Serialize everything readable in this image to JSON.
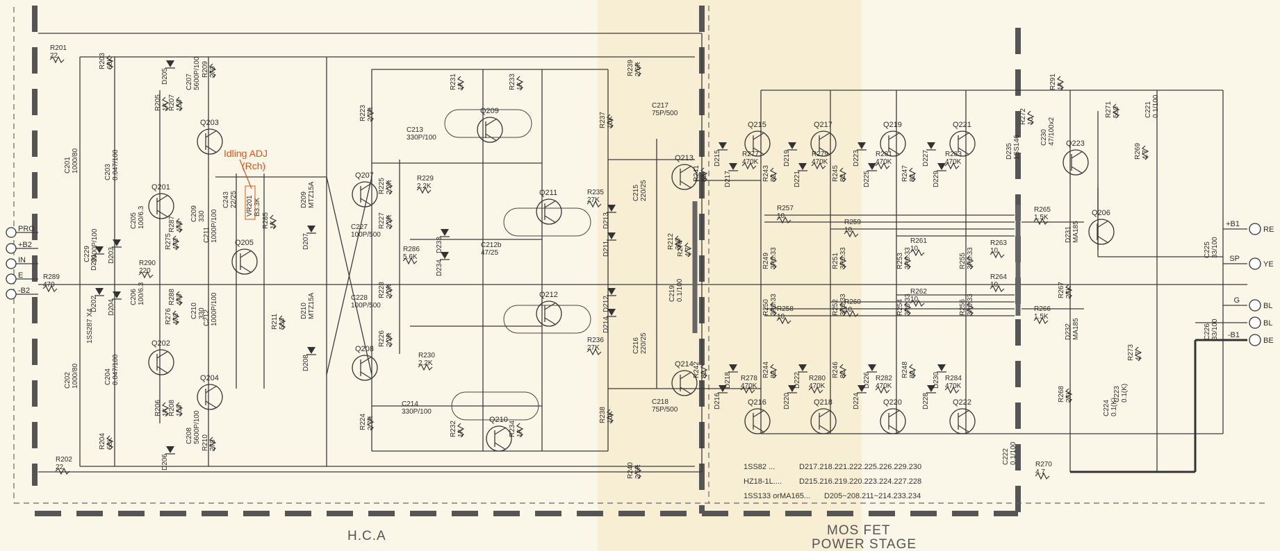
{
  "stages": {
    "hca": "H.C.A",
    "mosfet_line1": "MOS FET",
    "mosfet_line2": "POWER STAGE"
  },
  "adjust_note": {
    "line1": "Idling ADJ",
    "line2": "(Rch)"
  },
  "left_terminals": [
    "PRO",
    "+B2",
    "IN",
    "E",
    "-B2"
  ],
  "right_terminals": [
    {
      "net": "+B1",
      "wire": "RE"
    },
    {
      "net": "SP",
      "wire": "YE"
    },
    {
      "net": "G",
      "wire": "BL"
    },
    {
      "net": "",
      "wire": "BL"
    },
    {
      "net": "-B1",
      "wire": "BE"
    }
  ],
  "transistors": [
    {
      "ref": "Q201"
    },
    {
      "ref": "Q202"
    },
    {
      "ref": "Q203"
    },
    {
      "ref": "Q204"
    },
    {
      "ref": "Q205"
    },
    {
      "ref": "Q207"
    },
    {
      "ref": "Q208"
    },
    {
      "ref": "Q209"
    },
    {
      "ref": "Q210"
    },
    {
      "ref": "Q211"
    },
    {
      "ref": "Q212"
    },
    {
      "ref": "Q213"
    },
    {
      "ref": "Q214"
    },
    {
      "ref": "Q215"
    },
    {
      "ref": "Q216"
    },
    {
      "ref": "Q217"
    },
    {
      "ref": "Q218"
    },
    {
      "ref": "Q219"
    },
    {
      "ref": "Q220"
    },
    {
      "ref": "Q221"
    },
    {
      "ref": "Q222"
    },
    {
      "ref": "Q223"
    },
    {
      "ref": "Q206"
    }
  ],
  "components": [
    {
      "ref": "R201",
      "value": "22"
    },
    {
      "ref": "R202",
      "value": "22"
    },
    {
      "ref": "R203",
      "value": "68K"
    },
    {
      "ref": "R204",
      "value": "68K"
    },
    {
      "ref": "C201",
      "value": "1000/80"
    },
    {
      "ref": "C202",
      "value": "1000/80"
    },
    {
      "ref": "C203",
      "value": "0.047/100"
    },
    {
      "ref": "C204",
      "value": "0.047/100"
    },
    {
      "ref": "C229",
      "value": "3900P/100"
    },
    {
      "ref": "R289",
      "value": "470"
    },
    {
      "ref": "R290",
      "value": "220"
    },
    {
      "ref": "R205",
      "value": "1K"
    },
    {
      "ref": "R206",
      "value": "1K"
    },
    {
      "ref": "R207",
      "value": "150"
    },
    {
      "ref": "R208",
      "value": "150"
    },
    {
      "ref": "C207",
      "value": "5600P/100"
    },
    {
      "ref": "C208",
      "value": "5600P/100"
    },
    {
      "ref": "R209",
      "value": "270"
    },
    {
      "ref": "R210",
      "value": "270"
    },
    {
      "ref": "C205",
      "value": "100/6.3"
    },
    {
      "ref": "C206",
      "value": "100/6.3"
    },
    {
      "ref": "R287",
      "value": "470"
    },
    {
      "ref": "R288",
      "value": "470"
    },
    {
      "ref": "R275",
      "value": "470"
    },
    {
      "ref": "R276",
      "value": "470"
    },
    {
      "ref": "C209",
      "value": "330"
    },
    {
      "ref": "C210",
      "value": "330"
    },
    {
      "ref": "C211",
      "value": "1000P/100"
    },
    {
      "ref": "C212",
      "value": "1000P/100"
    },
    {
      "ref": "C243",
      "value": "22/25"
    },
    {
      "ref": "VR201",
      "value": "B3.3K"
    },
    {
      "ref": "R285",
      "value": "1K"
    },
    {
      "ref": "R211",
      "value": "560"
    },
    {
      "ref": "D209",
      "value": "MTZ15A"
    },
    {
      "ref": "D210",
      "value": "MTZ15A"
    },
    {
      "ref": "C227",
      "value": "100P/500"
    },
    {
      "ref": "C228",
      "value": "100P/500"
    },
    {
      "ref": "R223",
      "value": "2.7K"
    },
    {
      "ref": "R224",
      "value": "2.7K"
    },
    {
      "ref": "R225",
      "value": "2.2K"
    },
    {
      "ref": "R226",
      "value": "2.2K"
    },
    {
      "ref": "R227",
      "value": "2.2K"
    },
    {
      "ref": "R228",
      "value": "2.2K"
    },
    {
      "ref": "C213",
      "value": "330P/100"
    },
    {
      "ref": "C214",
      "value": "330P/100"
    },
    {
      "ref": "R229",
      "value": "2.2K"
    },
    {
      "ref": "R230",
      "value": "2.2K"
    },
    {
      "ref": "R286",
      "value": "5.6K"
    },
    {
      "ref": "C212b",
      "value": "47/25"
    },
    {
      "ref": "R231",
      "value": "1K"
    },
    {
      "ref": "R232",
      "value": "1K"
    },
    {
      "ref": "R233",
      "value": "1K"
    },
    {
      "ref": "R234",
      "value": "1K"
    },
    {
      "ref": "R235",
      "value": "27K"
    },
    {
      "ref": "R236",
      "value": "27K"
    },
    {
      "ref": "R237",
      "value": "10K"
    },
    {
      "ref": "R238",
      "value": "10K"
    },
    {
      "ref": "R239",
      "value": "2.6K"
    },
    {
      "ref": "R240",
      "value": "2.6K"
    },
    {
      "ref": "C215",
      "value": "220/25"
    },
    {
      "ref": "C216",
      "value": "220/25"
    },
    {
      "ref": "C217",
      "value": "75P/500"
    },
    {
      "ref": "C218",
      "value": "75P/500"
    },
    {
      "ref": "C219",
      "value": "0.1/100"
    },
    {
      "ref": "R212",
      "value": "390"
    },
    {
      "ref": "R274",
      "value": "4.7"
    },
    {
      "ref": "R241",
      "value": "82"
    },
    {
      "ref": "R242",
      "value": "82"
    },
    {
      "ref": "R243",
      "value": "82"
    },
    {
      "ref": "R244",
      "value": "82"
    },
    {
      "ref": "R245",
      "value": "82"
    },
    {
      "ref": "R246",
      "value": "82"
    },
    {
      "ref": "R247",
      "value": "82"
    },
    {
      "ref": "R248",
      "value": "82"
    },
    {
      "ref": "R277",
      "value": "470K"
    },
    {
      "ref": "R278",
      "value": "470K"
    },
    {
      "ref": "R279",
      "value": "470K"
    },
    {
      "ref": "R280",
      "value": "470K"
    },
    {
      "ref": "R281",
      "value": "470K"
    },
    {
      "ref": "R282",
      "value": "470K"
    },
    {
      "ref": "R283",
      "value": "470K"
    },
    {
      "ref": "R284",
      "value": "470K"
    },
    {
      "ref": "R257",
      "value": "10"
    },
    {
      "ref": "R258",
      "value": "10"
    },
    {
      "ref": "R259",
      "value": "10"
    },
    {
      "ref": "R260",
      "value": "10"
    },
    {
      "ref": "R261",
      "value": "10"
    },
    {
      "ref": "R262",
      "value": "10"
    },
    {
      "ref": "R263",
      "value": "10"
    },
    {
      "ref": "R264",
      "value": "10"
    },
    {
      "ref": "R249",
      "value": "3P0.33"
    },
    {
      "ref": "R250",
      "value": "3P0.33"
    },
    {
      "ref": "R251",
      "value": "3P0.33"
    },
    {
      "ref": "R252",
      "value": "3P0.33"
    },
    {
      "ref": "R253",
      "value": "3P0.33"
    },
    {
      "ref": "R254",
      "value": "3P0.33"
    },
    {
      "ref": "R255",
      "value": "3P0.33"
    },
    {
      "ref": "R256",
      "value": "3P0.33"
    },
    {
      "ref": "R272",
      "value": "10"
    },
    {
      "ref": "R291",
      "value": "1K"
    },
    {
      "ref": "C230",
      "value": "47/100x2"
    },
    {
      "ref": "R271",
      "value": "560"
    },
    {
      "ref": "C221",
      "value": "0.1/100"
    },
    {
      "ref": "R269",
      "value": "4.7"
    },
    {
      "ref": "R265",
      "value": "1.5K"
    },
    {
      "ref": "R266",
      "value": "1.5K"
    },
    {
      "ref": "R267",
      "value": "27K"
    },
    {
      "ref": "R268",
      "value": "27K"
    },
    {
      "ref": "C225",
      "value": "33/100"
    },
    {
      "ref": "C226",
      "value": "33/100"
    },
    {
      "ref": "R273",
      "value": "4.7"
    },
    {
      "ref": "C223",
      "value": "0.1(K)"
    },
    {
      "ref": "C224",
      "value": "0.1(K)"
    },
    {
      "ref": "C222",
      "value": "0.1/100"
    },
    {
      "ref": "R270",
      "value": "4.7"
    },
    {
      "ref": "D231",
      "value": "MA185"
    },
    {
      "ref": "D232",
      "value": "MA185"
    },
    {
      "ref": "D235",
      "value": "1SS146"
    }
  ],
  "diodes_misc": [
    "D201",
    "D202",
    "D203",
    "D204",
    "D205",
    "D206",
    "D207",
    "D208",
    "D211",
    "D212",
    "D213",
    "D214",
    "D233",
    "D234",
    "D215",
    "D216",
    "D217",
    "D218",
    "D219",
    "D220",
    "D221",
    "D222",
    "D223",
    "D224",
    "D225",
    "D226",
    "D227",
    "D228",
    "D229",
    "D230"
  ],
  "diode_type_note": "1SS287  X4",
  "legend": [
    {
      "part": "1SS82 ...",
      "refs": "D217.218.221.222.225.226.229.230"
    },
    {
      "part": "HZ18-1L....",
      "refs": "D215.216.219.220.223.224.227.228"
    },
    {
      "part": "1SS133 orMA165...",
      "refs": "D205~208.211~214.233.234"
    }
  ]
}
